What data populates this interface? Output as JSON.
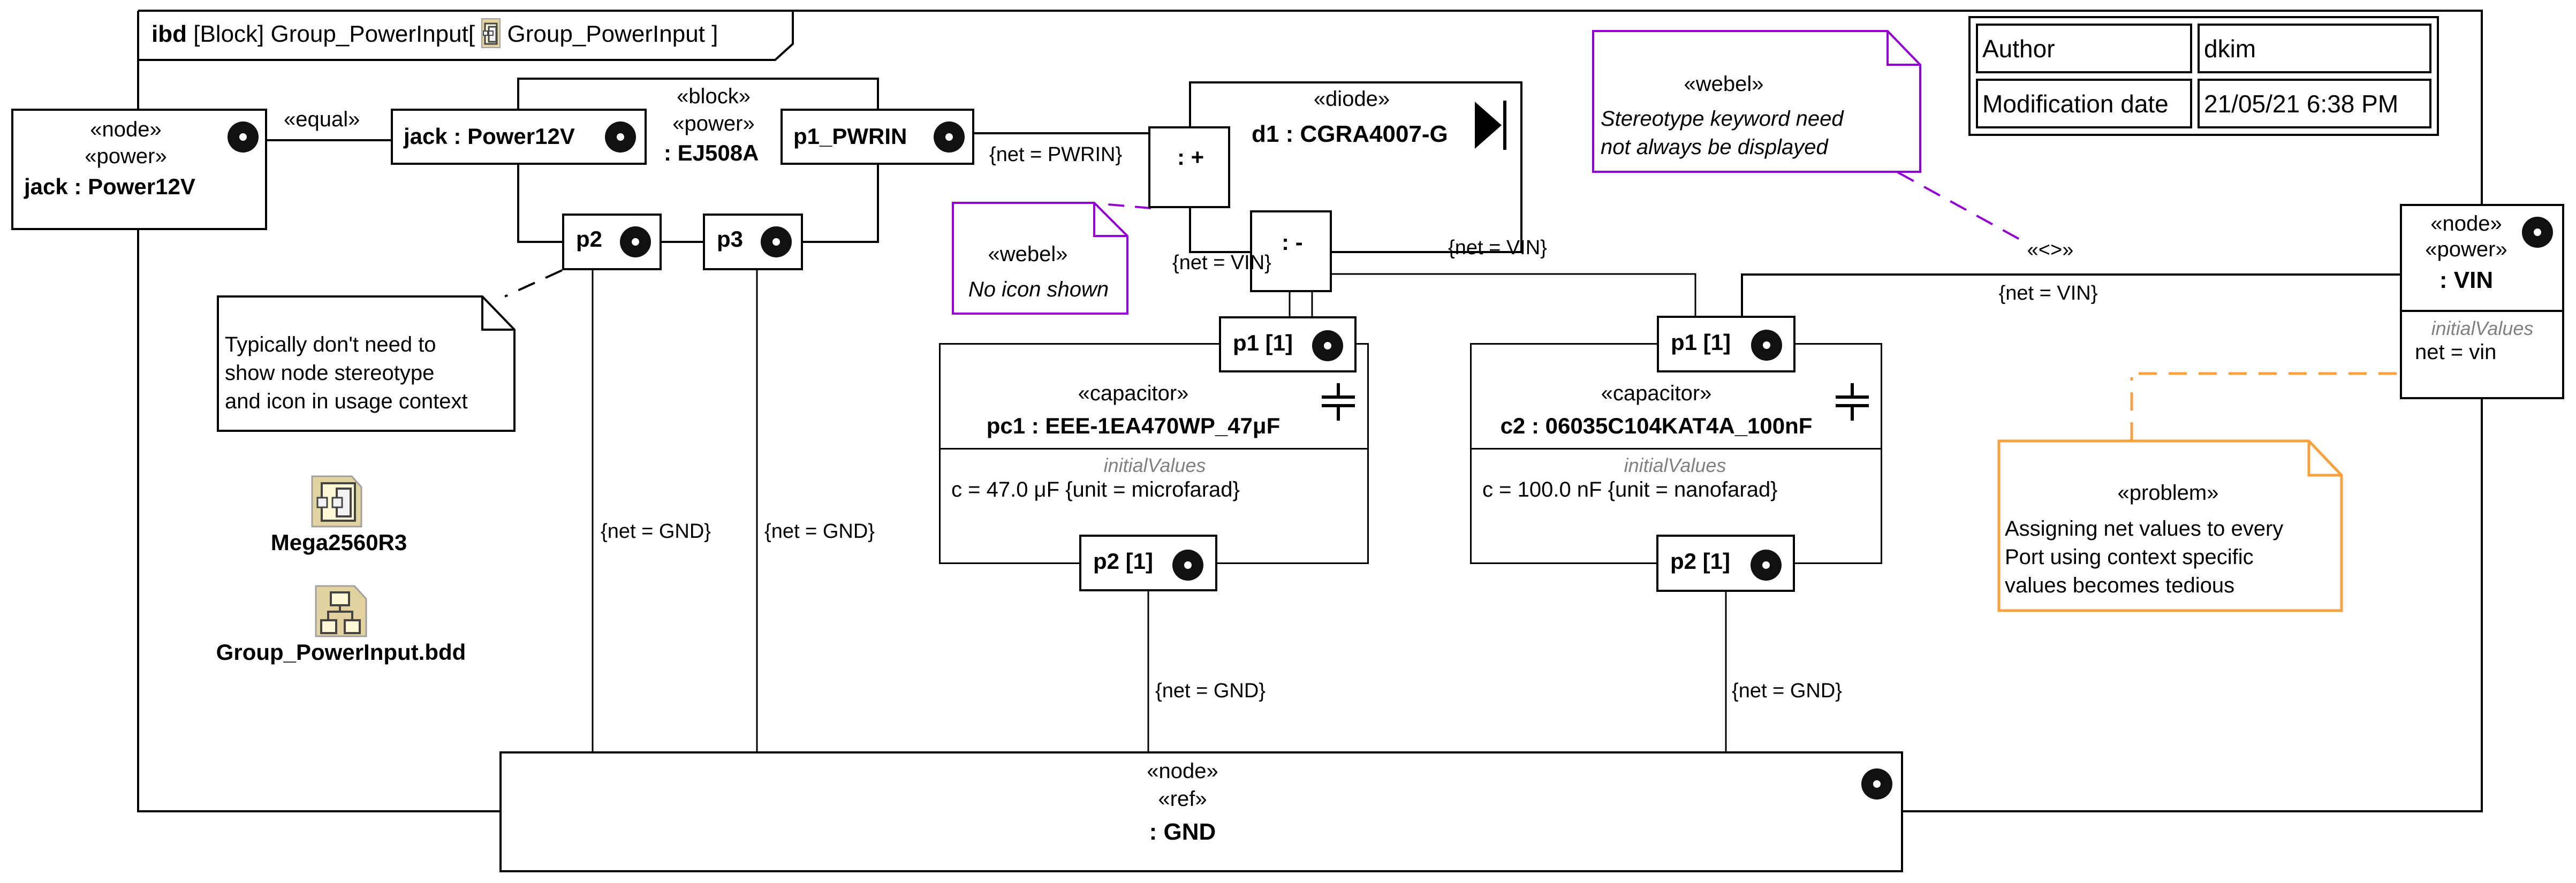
{
  "frame": {
    "kind": "ibd",
    "element_type": "[Block]",
    "context_name": "Group_PowerInput",
    "open_bracket": "[",
    "icon": "internal-block-diagram-icon",
    "diagram_name": "Group_PowerInput",
    "close_bracket": "]"
  },
  "metadata": [
    {
      "key": "Author",
      "value": "dkim"
    },
    {
      "key": "Modification date",
      "value": "21/05/21 6:38 PM"
    }
  ],
  "nodes": {
    "jack_external": {
      "stereotypes": [
        "«node»",
        "«power»"
      ],
      "name": "jack : Power12V",
      "icon": "power-node-icon"
    },
    "vin": {
      "stereotypes": [
        "«node»",
        "«power»"
      ],
      "name": ": VIN",
      "compartment_title": "initialValues",
      "compartment_value": "net = vin",
      "icon": "power-node-icon"
    },
    "gnd": {
      "stereotypes": [
        "«node»",
        "«ref»"
      ],
      "name": ": GND",
      "icon": "power-node-icon"
    }
  },
  "ej508a": {
    "stereotypes": [
      "«block»",
      "«power»"
    ],
    "name": ": EJ508A",
    "ports": {
      "jack": "jack : Power12V",
      "p1_pwrin": "p1_PWRIN",
      "p2": "p2",
      "p3": "p3"
    }
  },
  "diode": {
    "stereotype": "«diode»",
    "name": "d1 : CGRA4007-G",
    "icon": "diode-icon",
    "ports": {
      "plus": ": +",
      "minus": ": -"
    }
  },
  "capacitors": [
    {
      "stereotype": "«capacitor»",
      "name": "pc1 : EEE-1EA470WP_47μF",
      "compartment_title": "initialValues",
      "compartment_value": "c = 47.0 μF {unit = microfarad}",
      "port_top": "p1 [1]",
      "port_bottom": "p2 [1]",
      "icon": "capacitor-icon"
    },
    {
      "stereotype": "«capacitor»",
      "name": "c2 : 06035C104KAT4A_100nF",
      "compartment_title": "initialValues",
      "compartment_value": "c = 100.0 nF {unit = nanofarad}",
      "port_top": "p1 [1]",
      "port_bottom": "p2 [1]",
      "icon": "capacitor-icon"
    }
  ],
  "connector_labels": {
    "equal": "«equal»",
    "pwrin": "{net = PWRIN}",
    "vin_diode": "{net = VIN}",
    "vin_caps": "{net = VIN}",
    "vin_node": "{net = VIN}",
    "vin_node_stereo": "«<>»",
    "gnd_p2": "{net = GND}",
    "gnd_p3": "{net = GND}",
    "gnd_pc1": "{net = GND}",
    "gnd_c2": "{net = GND}"
  },
  "notes": {
    "usage": {
      "lines": [
        "Typically don't need to",
        "show node stereotype",
        "and icon in usage context"
      ]
    },
    "webel_icon": {
      "stereotype": "«webel»",
      "text": "No icon shown",
      "color": "#9400D3"
    },
    "webel_keyword": {
      "stereotype": "«webel»",
      "lines": [
        "Stereotype keyword need",
        "not always be displayed"
      ],
      "color": "#9400D3"
    },
    "problem": {
      "stereotype": "«problem»",
      "lines": [
        "Assigning net values to every",
        "Port using context specific",
        "values becomes tedious"
      ],
      "color": "#F7A03C"
    }
  },
  "shortcuts": [
    {
      "label": "Mega2560R3",
      "icon": "internal-block-diagram-icon"
    },
    {
      "label": "Group_PowerInput.bdd",
      "icon": "block-definition-diagram-icon"
    }
  ]
}
